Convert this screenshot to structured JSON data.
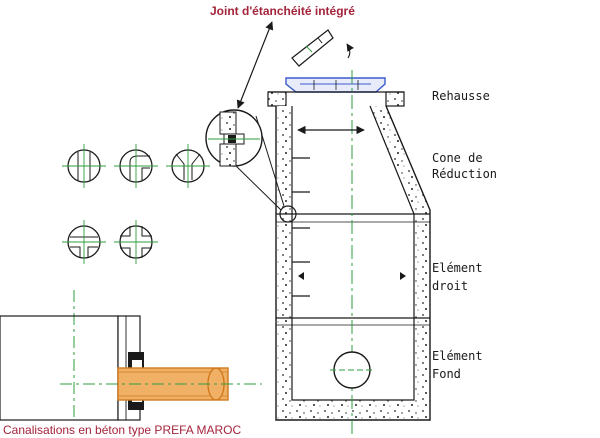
{
  "title": "Joint d'étanchéité intégré",
  "footer": "Canalisations en béton type PREFA MAROC",
  "labels": {
    "rehausse": "Rehausse",
    "cone_line1": "Cone de",
    "cone_line2": "Réduction",
    "droit_line1": "Elément",
    "droit_line2": "droit",
    "fond_line1": "Elément",
    "fond_line2": "Fond"
  },
  "colors": {
    "line": "#1a1a1a",
    "centerline": "#2e9e3e",
    "pipe": "#f0b066",
    "pipe_stroke": "#d07a1e",
    "cover": "#3b5bcc",
    "accent_text": "#a4243b"
  }
}
